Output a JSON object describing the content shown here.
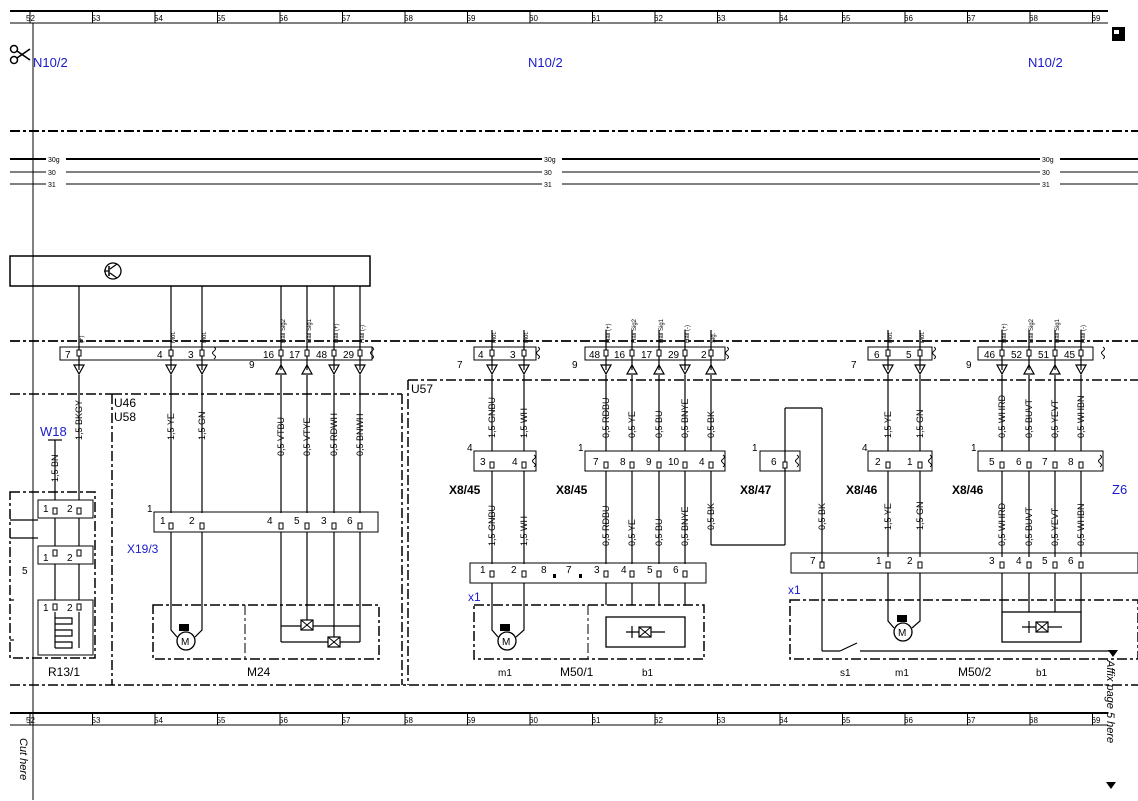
{
  "ruler": {
    "columns": [
      "52",
      "53",
      "54",
      "55",
      "56",
      "57",
      "58",
      "59",
      "60",
      "61",
      "62",
      "63",
      "64",
      "65",
      "66",
      "67",
      "68",
      "69"
    ]
  },
  "header": {
    "ref_left": "N10/2",
    "ref_mid": "N10/2",
    "ref_right": "N10/2"
  },
  "bus": {
    "line_30g": "30g",
    "line_30": "30",
    "line_31": "31"
  },
  "units": {
    "u46": "U46",
    "u58": "U58",
    "u57": "U57",
    "z6": "Z6"
  },
  "components": {
    "w18": "W18",
    "r13_1": "R13/1",
    "m24": "M24",
    "x19_3": "X19/3",
    "m50_1": "M50/1",
    "m50_2": "M50/2",
    "m1_a": "m1",
    "b1_a": "b1",
    "s1": "s1",
    "m1_b": "m1",
    "b1_b": "b1",
    "x1_a": "x1",
    "x1_b": "x1",
    "x8_45_a": "X8/45",
    "x8_45_b": "X8/45",
    "x8_47": "X8/47",
    "x8_46_a": "X8/46",
    "x8_46_b": "X8/46"
  },
  "connector_groups": {
    "g9_a": "9",
    "g7_a": "7",
    "g9_b": "9",
    "g7_b": "7",
    "g9_c": "9",
    "g5_a": "5"
  },
  "pin_labels": {
    "plus": "(+)",
    "mot": "Mot.",
    "hall_sig2": "Hall Sig2",
    "hall_sig1": "Hall Sig1",
    "hall_plus": "Hall (+)",
    "hall_minus": "Hall (-)",
    "sig": "Sig."
  },
  "pins_top": {
    "p7": "7",
    "p4": "4",
    "p3": "3",
    "p16": "16",
    "p17": "17",
    "p48": "48",
    "p29": "29",
    "p4b": "4",
    "p3b": "3",
    "p48b": "48",
    "p16b": "16",
    "p17b": "17",
    "p29b": "29",
    "p2": "2",
    "p6": "6",
    "p5": "5",
    "p46": "46",
    "p52": "52",
    "p51": "51",
    "p45": "45"
  },
  "wires_upper": {
    "w1": "1,5 BKGY",
    "w2": "1,5 YE",
    "w3": "1,5 GN",
    "w4": "0,5 VTBU",
    "w5": "0,5 VTYE",
    "w6": "0,5 RDWH",
    "w7": "0,5 BNWH",
    "w8": "1,5 GNBU",
    "w9": "1,5 WH",
    "w10": "0,5 RDBU",
    "w11": "0,5 YE",
    "w12": "0,5 BU",
    "w13": "0,5 BNYE",
    "w14": "0,5 BK",
    "w15": "1,5 YE",
    "w16": "1,5 GN",
    "w17": "0,5 WHRD",
    "w18": "0,5 BUVT",
    "w19": "0,5 YEVT",
    "w20": "0,5 WHBN",
    "w21": "1,5 BN"
  },
  "wires_lower": {
    "l1": "1,5 GNBU",
    "l2": "1,5 WH",
    "l3": "0,5 RDBU",
    "l4": "0,5 YE",
    "l5": "0,5 BU",
    "l6": "0,5 BNYE",
    "l7": "0,5 BK",
    "l8": "0,5 BK",
    "l9": "1,5 YE",
    "l10": "1,5 GN",
    "l11": "0,5 WHRD",
    "l12": "0,5 BUVT",
    "l13": "0,5 YEVT",
    "l14": "0,5 WHBN"
  },
  "footer": {
    "cut_here": "Cut here",
    "affix": "Affix page 5 here"
  }
}
